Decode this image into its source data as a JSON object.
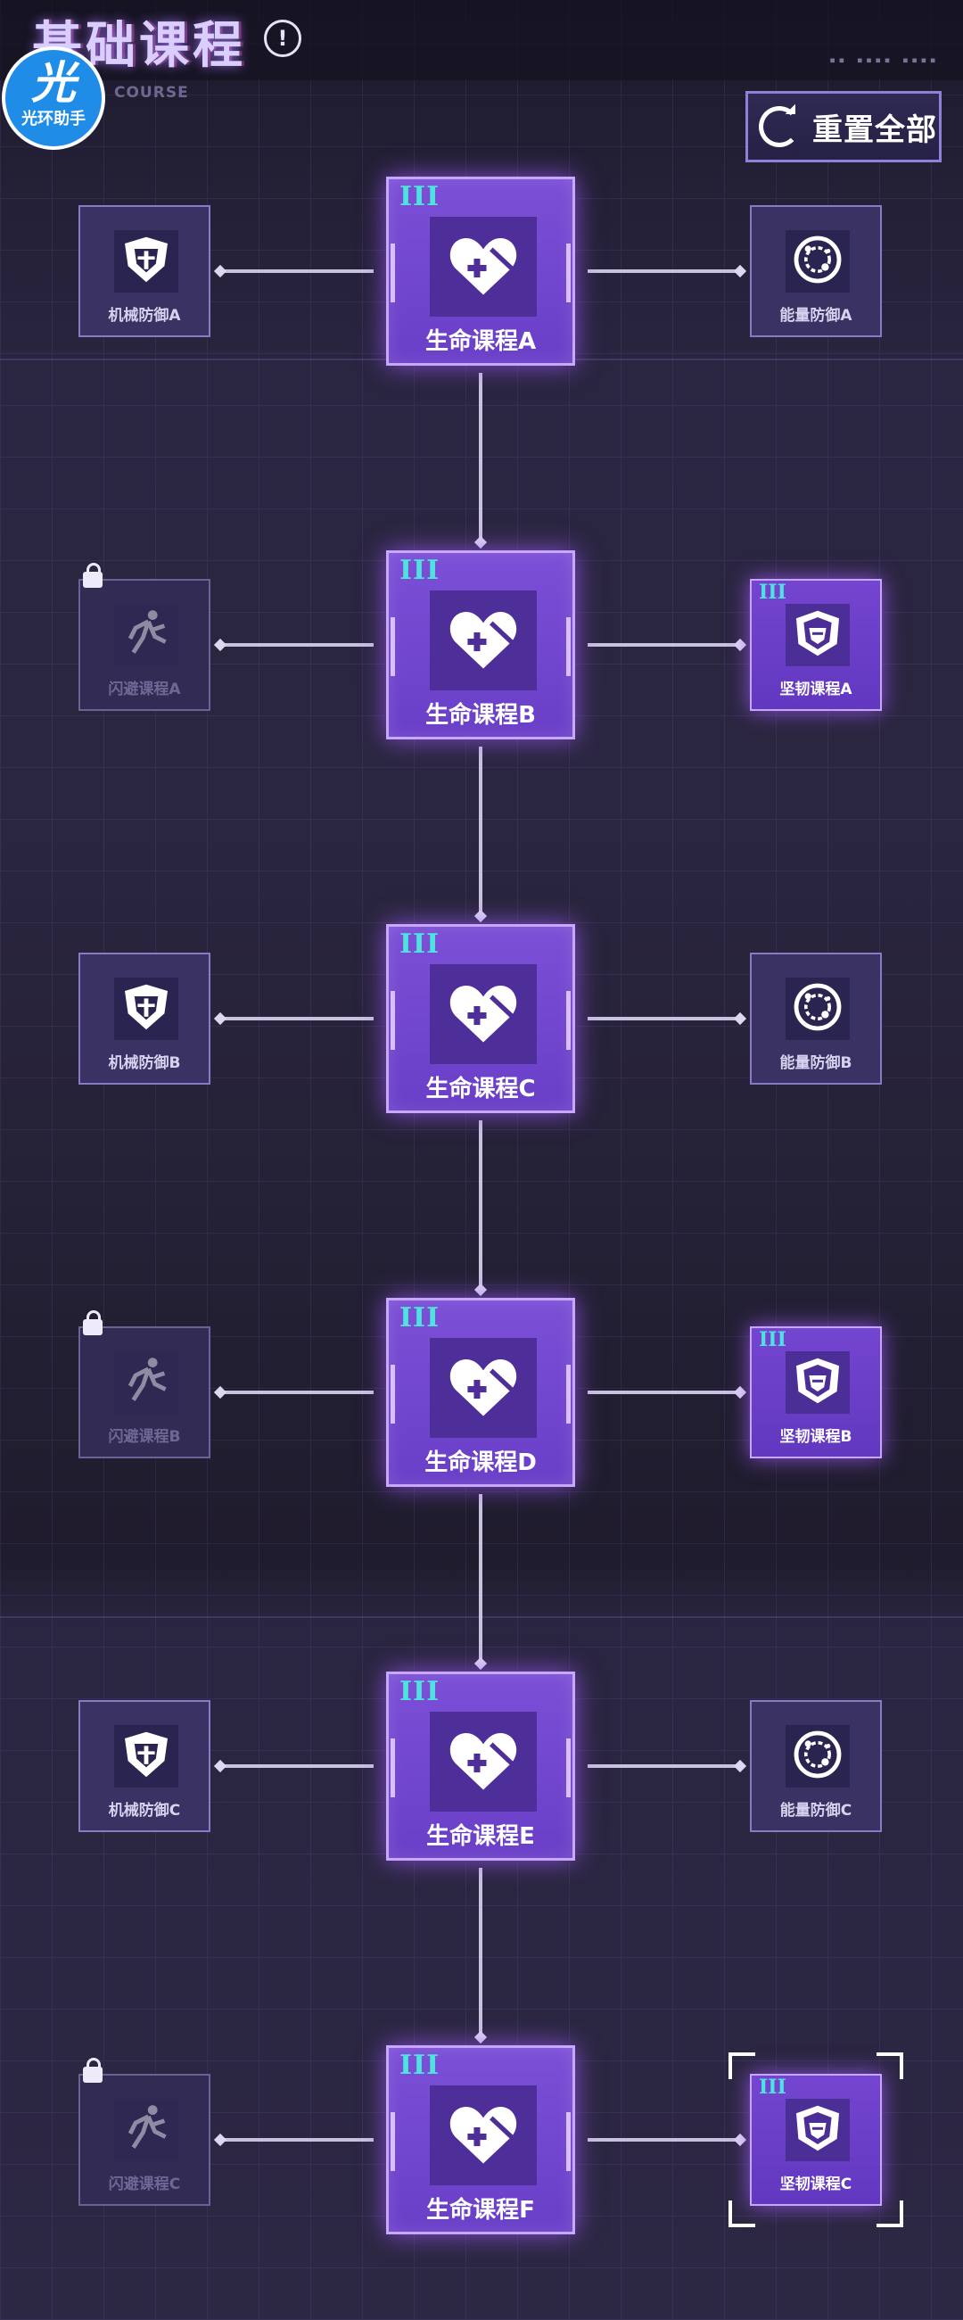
{
  "header": {
    "title": "基础课程",
    "subtitle": "COURSE",
    "deco_text": "▪▪ ▪▪▪▪ ▪▪▪▪",
    "reset_label": "重置全部"
  },
  "watermark": {
    "big": "光",
    "small": "光环助手"
  },
  "tiers": [
    {
      "center": {
        "tier": "III",
        "label": "生命课程A"
      },
      "left": {
        "label": "机械防御A",
        "locked": false
      },
      "right": {
        "label": "能量防御A",
        "tier": "",
        "active": false
      }
    },
    {
      "center": {
        "tier": "III",
        "label": "生命课程B"
      },
      "left": {
        "label": "闪避课程A",
        "locked": true
      },
      "right": {
        "label": "坚韧课程A",
        "tier": "III",
        "active": true
      }
    },
    {
      "center": {
        "tier": "III",
        "label": "生命课程C"
      },
      "left": {
        "label": "机械防御B",
        "locked": false
      },
      "right": {
        "label": "能量防御B",
        "tier": "",
        "active": false
      }
    },
    {
      "center": {
        "tier": "III",
        "label": "生命课程D"
      },
      "left": {
        "label": "闪避课程B",
        "locked": true
      },
      "right": {
        "label": "坚韧课程B",
        "tier": "III",
        "active": true
      }
    },
    {
      "center": {
        "tier": "III",
        "label": "生命课程E"
      },
      "left": {
        "label": "机械防御C",
        "locked": false
      },
      "right": {
        "label": "能量防御C",
        "tier": "",
        "active": false
      }
    },
    {
      "center": {
        "tier": "III",
        "label": "生命课程F"
      },
      "left": {
        "label": "闪避课程C",
        "locked": true
      },
      "right": {
        "label": "坚韧课程C",
        "tier": "III",
        "active": true,
        "selected": true
      }
    }
  ],
  "icons": {
    "center": "heart-plus-icon",
    "mech": "helmet-icon",
    "energy": "energy-orb-icon",
    "dodge": "runner-icon",
    "tough": "shield-armor-icon"
  },
  "colors": {
    "accent": "#7b4fd6",
    "tier": "#4fe3e0",
    "background": "#231f33"
  }
}
